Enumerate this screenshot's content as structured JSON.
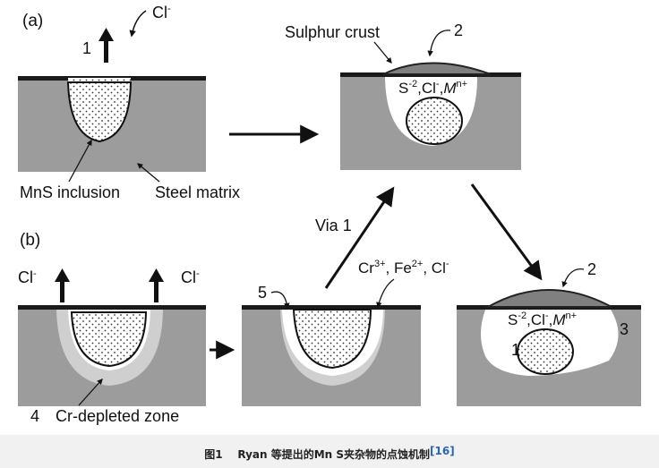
{
  "panel_a_label": "(a)",
  "panel_b_label": "(b)",
  "a_left": {
    "chloride": "Cl",
    "chloride_sup": "-",
    "arrow_number": "1",
    "mns_label": "MnS inclusion",
    "steel_label": "Steel matrix"
  },
  "a_right": {
    "crust_label": "Sulphur crust",
    "crust_number": "2",
    "ions_s": "S",
    "ions_s_sup": "-2",
    "ions_cl": ",Cl",
    "ions_cl_sup": "-",
    "ions_sep": ",",
    "ions_m": "M",
    "ions_m_sup": "n+"
  },
  "b_left": {
    "chloride_left": "Cl",
    "chloride_left_sup": "-",
    "chloride_right": "Cl",
    "chloride_right_sup": "-",
    "number_4": "4",
    "zone_label": "Cr-depleted zone"
  },
  "b_middle": {
    "number_5": "5",
    "via_label": "Via 1",
    "ions_cr": "Cr",
    "ions_cr_sup": "3+",
    "ions_fe": ", Fe",
    "ions_fe_sup": "2+",
    "ions_cl2": ", Cl",
    "ions_cl2_sup": "-"
  },
  "b_right": {
    "crust_number": "2",
    "ions_s": "S",
    "ions_s_sup": "-2",
    "ions_cl": ",Cl",
    "ions_cl_sup": "-",
    "ions_sep": ",",
    "ions_m": "M",
    "ions_m_sup": "n+",
    "number_3": "3",
    "number_1": "1"
  },
  "caption": {
    "fig": "图1",
    "text": "Ryan 等提出的Mn S夹杂物的点蚀机制",
    "ref": "[16]"
  },
  "colors": {
    "steel": "#9c9c9c",
    "surface": "#1a1a1a",
    "crust": "#808080",
    "depleted_zone": "#cfcfcf",
    "inclusion_bg": "#ffffff"
  }
}
